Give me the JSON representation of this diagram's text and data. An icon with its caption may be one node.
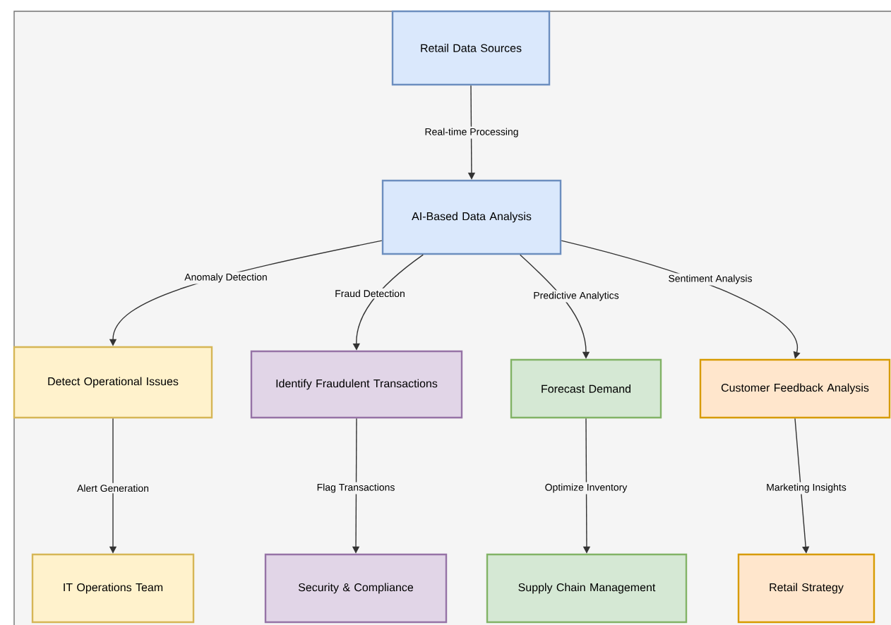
{
  "diagram": {
    "nodes": [
      {
        "text": [
          "Retail Data Sources"
        ]
      },
      {
        "text": [
          "AI-Based Data Analysis"
        ]
      },
      {
        "text": [
          "Detect Operational Issues"
        ]
      },
      {
        "text": [
          "Identify Fraudulent Transactions"
        ]
      },
      {
        "text": [
          "Forecast Demand"
        ]
      },
      {
        "text": [
          "Customer Feedback Analysis"
        ]
      },
      {
        "text": [
          "IT Operations Team"
        ]
      },
      {
        "text": [
          "Security & Compliance"
        ]
      },
      {
        "text": [
          "Supply Chain Management"
        ]
      },
      {
        "text": [
          "Retail Strategy"
        ]
      }
    ],
    "edges": [
      {
        "from": 0,
        "to": 1,
        "arrow": "to",
        "label": "Real-time Processing"
      },
      {
        "from": 1,
        "to": 2,
        "arrow": "to",
        "label": "Anomaly Detection"
      },
      {
        "from": 1,
        "to": 3,
        "arrow": "to",
        "label": "Fraud Detection"
      },
      {
        "from": 1,
        "to": 4,
        "arrow": "to",
        "label": "Predictive Analytics"
      },
      {
        "from": 1,
        "to": 5,
        "arrow": "to",
        "label": "Sentiment Analysis"
      },
      {
        "from": 2,
        "to": 6,
        "arrow": "to",
        "label": "Alert Generation"
      },
      {
        "from": 3,
        "to": 7,
        "arrow": "to",
        "label": "Flag Transactions"
      },
      {
        "from": 4,
        "to": 8,
        "arrow": "to",
        "label": "Optimize Inventory"
      },
      {
        "from": 5,
        "to": 9,
        "arrow": "to",
        "label": "Marketing Insights"
      }
    ]
  }
}
